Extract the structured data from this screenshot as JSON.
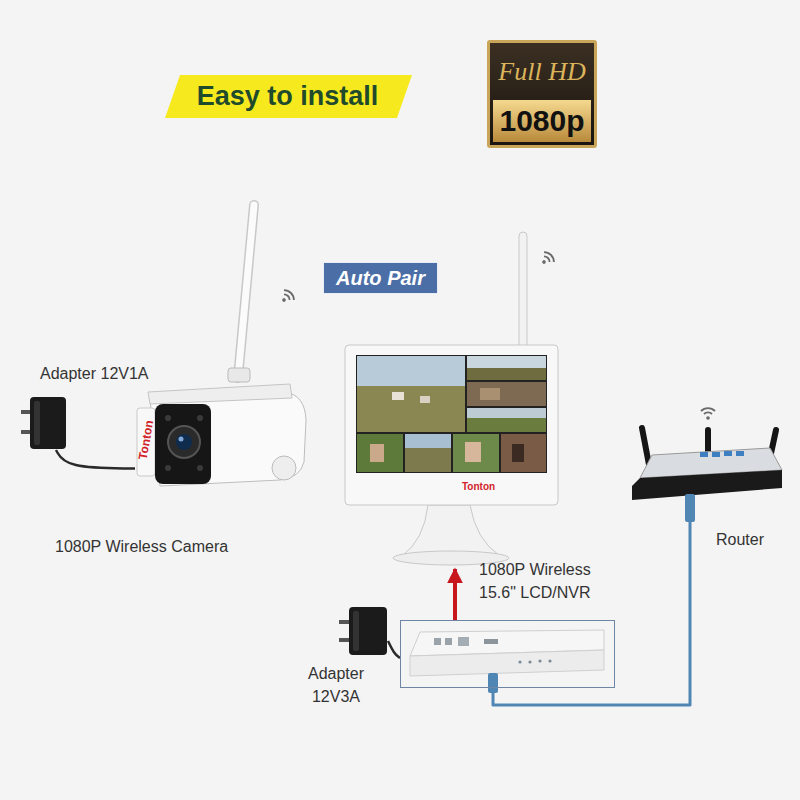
{
  "diagram": {
    "title": "Easy to install",
    "nodes": [
      {
        "text": [
          "Full HD",
          "1080p"
        ]
      },
      {
        "text": [
          "Auto Pair"
        ]
      },
      {
        "text": [
          "Adapter 12V1A"
        ]
      },
      {
        "text": [
          "1080P Wireless Camera"
        ]
      },
      {
        "text": [
          "Tonton"
        ]
      },
      {
        "text": [
          "1080P Wireless 15.6\" LCD/NVR"
        ]
      },
      {
        "text": [
          "Adapter 12V3A"
        ]
      },
      {
        "text": [
          "Router"
        ]
      }
    ],
    "edges": [
      {
        "from": 2,
        "to": 3,
        "arrow": "none"
      },
      {
        "from": 5,
        "to": 4,
        "arrow": "to"
      },
      {
        "from": 6,
        "to": 5,
        "arrow": "none"
      },
      {
        "from": 5,
        "to": 7,
        "arrow": "none"
      }
    ],
    "labels": [
      "Tonton"
    ]
  }
}
